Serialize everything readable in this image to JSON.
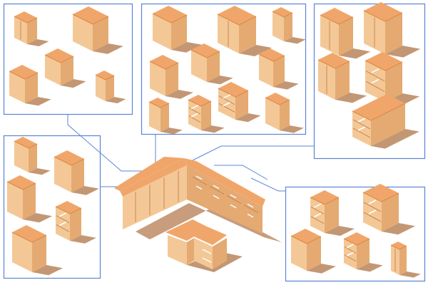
{
  "colors": {
    "frame": "#5b84d6",
    "connector": "#5b84d6",
    "top": "#f0a66a",
    "top_edge": "#dc8a48",
    "left": "#f3c896",
    "right": "#e4aa72",
    "right_dark": "#d89a62",
    "shadow": "#b9855c",
    "door_line": "#c98752",
    "handle": "#ffffff"
  },
  "panels": [
    {
      "id": "top-left",
      "content": "cabinet-set-a"
    },
    {
      "id": "top-middle",
      "content": "cabinet-set-b"
    },
    {
      "id": "top-right",
      "content": "cabinet-set-c"
    },
    {
      "id": "bottom-left",
      "content": "cabinet-set-d"
    },
    {
      "id": "bottom-right",
      "content": "cabinet-set-e"
    }
  ]
}
